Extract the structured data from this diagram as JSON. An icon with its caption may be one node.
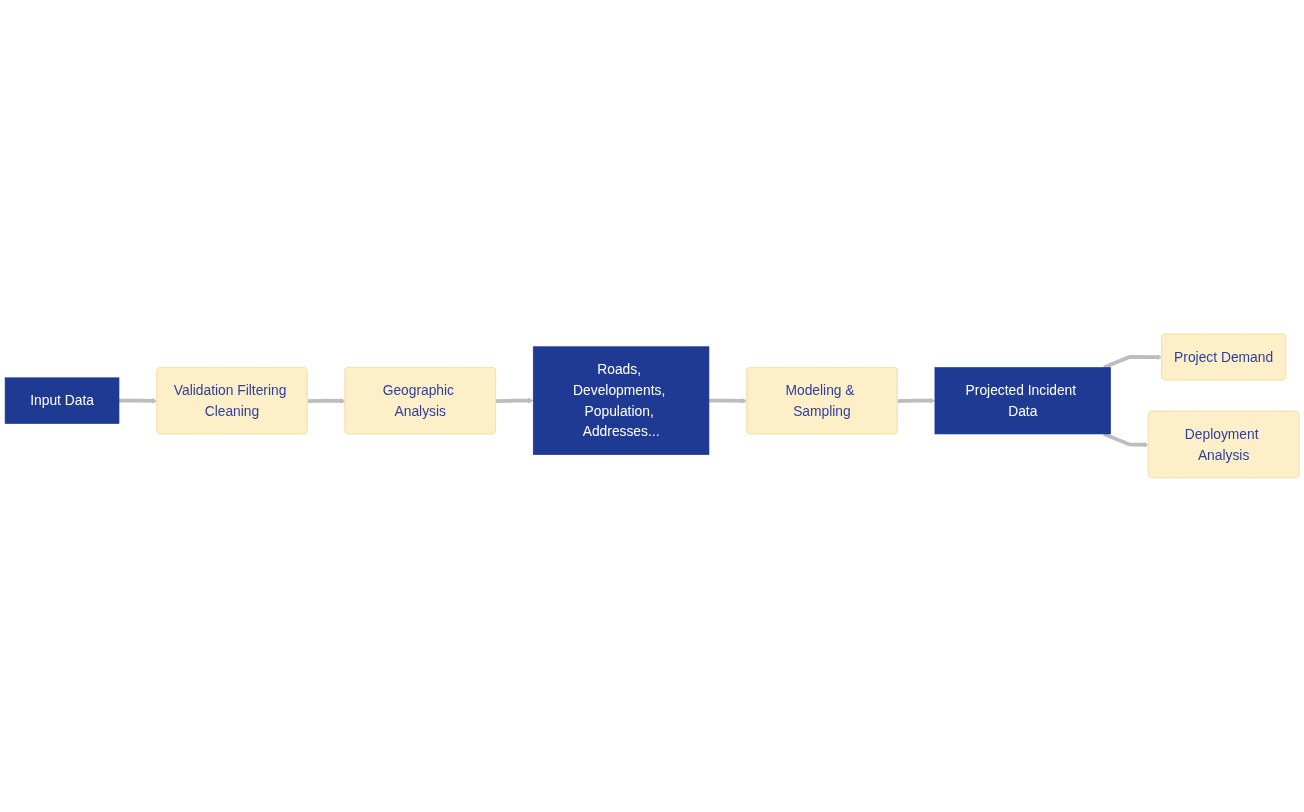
{
  "diagram": {
    "nodes": [
      {
        "text": [
          "Input Data"
        ]
      },
      {
        "text": [
          "Validation Filtering Cleaning"
        ]
      },
      {
        "text": [
          "Geographic Analysis"
        ]
      },
      {
        "text": [
          "Roads, Developments, Population, Addresses..."
        ]
      },
      {
        "text": [
          "Modeling & Sampling"
        ]
      },
      {
        "text": [
          "Projected Incident Data"
        ]
      },
      {
        "text": [
          "Project Demand"
        ]
      },
      {
        "text": [
          "Deployment Analysis"
        ]
      }
    ],
    "edges": [
      {
        "from": 0,
        "to": 1,
        "arrow": "to"
      },
      {
        "from": 1,
        "to": 2,
        "arrow": "to"
      },
      {
        "from": 2,
        "to": 3,
        "arrow": "to"
      },
      {
        "from": 3,
        "to": 4,
        "arrow": "to"
      },
      {
        "from": 4,
        "to": 5,
        "arrow": "to"
      },
      {
        "from": 5,
        "to": 6,
        "arrow": "to"
      },
      {
        "from": 5,
        "to": 7,
        "arrow": "to"
      }
    ]
  }
}
